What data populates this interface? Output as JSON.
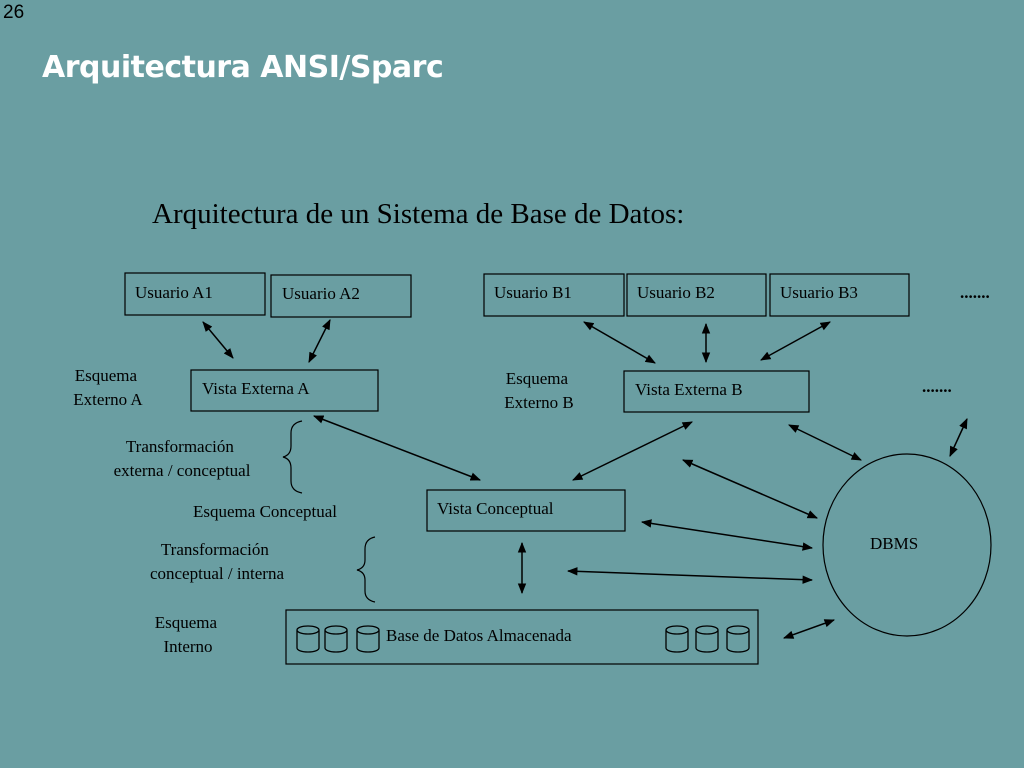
{
  "slide": {
    "number": "26",
    "title": "Arquitectura ANSI/Sparc"
  },
  "diagram": {
    "heading": "Arquitectura de un Sistema de Base de Datos:",
    "users": {
      "a1": "Usuario A1",
      "a2": "Usuario A2",
      "b1": "Usuario B1",
      "b2": "Usuario B2",
      "b3": "Usuario B3",
      "more": "......."
    },
    "views": {
      "externa_a": "Vista Externa A",
      "externa_b": "Vista Externa B",
      "more": ".......",
      "conceptual": "Vista Conceptual",
      "storage": "Base de Datos Almacenada",
      "dbms": "DBMS"
    },
    "labels": {
      "esquema_externo_a": [
        "Esquema",
        "Externo A"
      ],
      "esquema_externo_b": [
        "Esquema",
        "Externo B"
      ],
      "transf_ext_conc": [
        "Transformación",
        "externa / conceptual"
      ],
      "esquema_conceptual": "Esquema Conceptual",
      "transf_conc_int": [
        "Transformación",
        "conceptual / interna"
      ],
      "esquema_interno": [
        "Esquema",
        "Interno"
      ]
    }
  }
}
